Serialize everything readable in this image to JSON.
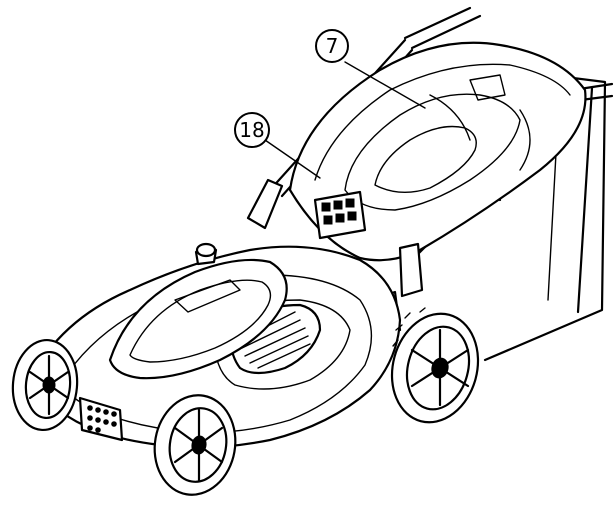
{
  "callouts": [
    {
      "id": "callout-7",
      "label": "7"
    },
    {
      "id": "callout-18",
      "label": "18"
    }
  ],
  "colors": {
    "line": "#000000",
    "background": "#ffffff"
  }
}
